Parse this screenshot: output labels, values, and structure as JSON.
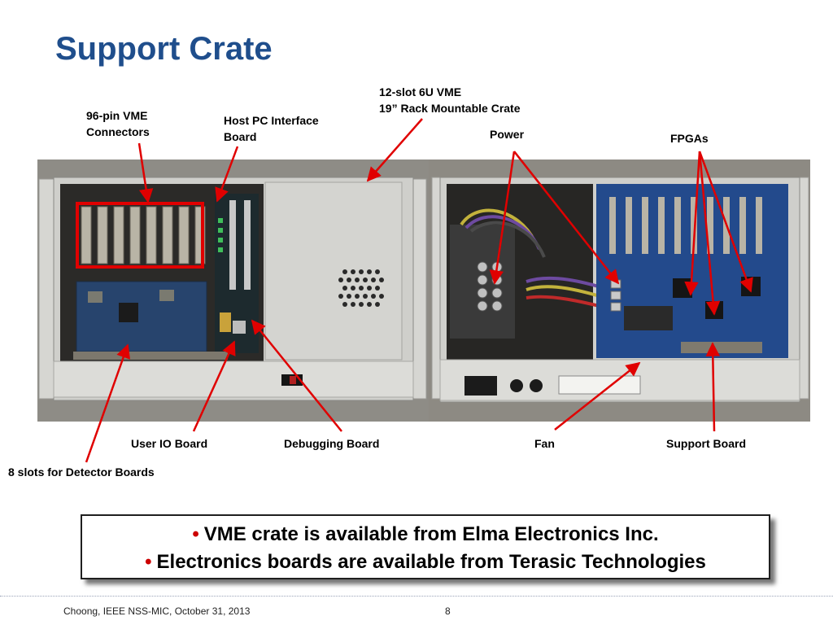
{
  "slide": {
    "title": "Support Crate",
    "labels": {
      "vme_connectors_1": "96-pin VME",
      "vme_connectors_2": "Connectors",
      "host_pc_1": "Host PC Interface",
      "host_pc_2": "Board",
      "crate_1": "12-slot 6U VME",
      "crate_2": "19” Rack Mountable Crate",
      "power": "Power",
      "fpgas": "FPGAs",
      "user_io": "User IO Board",
      "debugging": "Debugging Board",
      "fan": "Fan",
      "support_board": "Support Board",
      "detector_slots": "8 slots for Detector Boards"
    },
    "bullets": [
      "VME crate is available from Elma Electronics Inc.",
      "Electronics boards are available from Terasic Technologies"
    ],
    "bullet_glyph": "•",
    "footer_left": "Choong, IEEE NSS-MIC, October 31, 2013",
    "footer_page": "8",
    "colors": {
      "title": "#1f4e8c",
      "arrow": "#e00000",
      "bullet": "#cc0000"
    }
  }
}
